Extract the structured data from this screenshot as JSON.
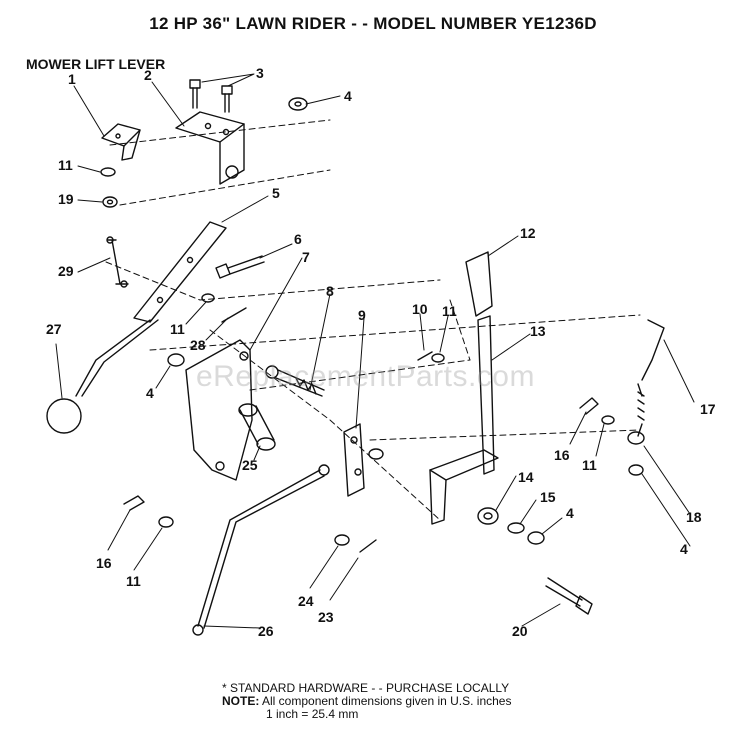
{
  "header": {
    "title": "12 HP 36\" LAWN RIDER - - MODEL NUMBER YE1236D",
    "section_label": "MOWER LIFT LEVER"
  },
  "watermark": "eReplacementParts.com",
  "callouts": [
    "1",
    "2",
    "3",
    "4",
    "11",
    "19",
    "29",
    "5",
    "6",
    "7",
    "8",
    "9",
    "10",
    "11",
    "12",
    "13",
    "27",
    "11",
    "28",
    "4",
    "25",
    "16",
    "11",
    "17",
    "14",
    "15",
    "4",
    "18",
    "4",
    "16",
    "11",
    "24",
    "23",
    "26",
    "20"
  ],
  "footer": {
    "line1": "* STANDARD HARDWARE - - PURCHASE LOCALLY",
    "note_label": "NOTE:",
    "note_text": " All component dimensions given in U.S. inches",
    "line3": "1 inch = 25.4 mm"
  }
}
